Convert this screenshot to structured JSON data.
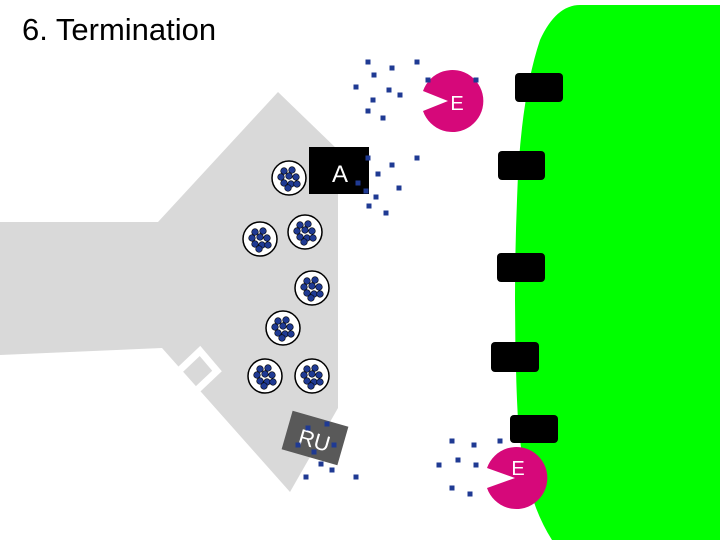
{
  "slide": {
    "title": "6.  Termination"
  },
  "labels": {
    "enzyme": "E",
    "transporter": "A",
    "reuptake": "RU"
  },
  "colors": {
    "presynaptic_neuron": "#d9d9d9",
    "postsynaptic_cell": "#00ff00",
    "enzyme": "#d6087a",
    "transporter": "#000000",
    "reuptake": "#595959",
    "receptor": "#000000",
    "neurotransmitter": "#1f3a93",
    "vesicle_outline": "#000000"
  },
  "icons": {
    "vesicle": "vesicle-icon",
    "enzyme": "pacman-enzyme-icon",
    "neurotransmitter": "dot-icon"
  }
}
